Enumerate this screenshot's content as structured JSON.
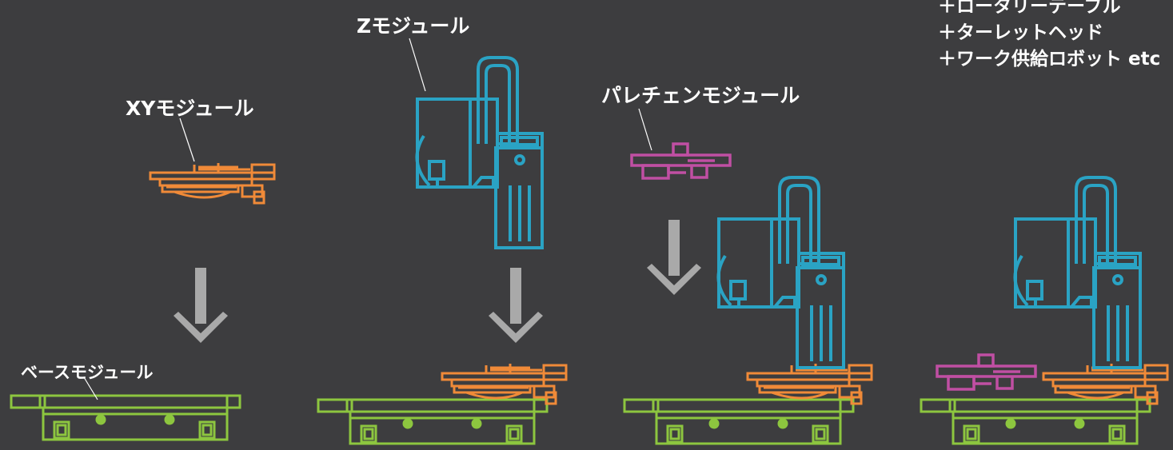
{
  "labels": {
    "xy_module": "XYモジュール",
    "z_module": "Zモジュール",
    "pallet_changer_module": "パレチェンモジュール",
    "base_module": "ベースモジュール"
  },
  "extras": [
    "＋ロータリーテーブル",
    "＋ターレットヘッド",
    "＋ワーク供給ロボット etc"
  ],
  "colors": {
    "background": "#3d3d3f",
    "base": "#8dc63f",
    "xy": "#f08a38",
    "z": "#2aa3c4",
    "pallet": "#c04fa3",
    "arrow": "#a9a9a9",
    "label": "#ffffff"
  }
}
